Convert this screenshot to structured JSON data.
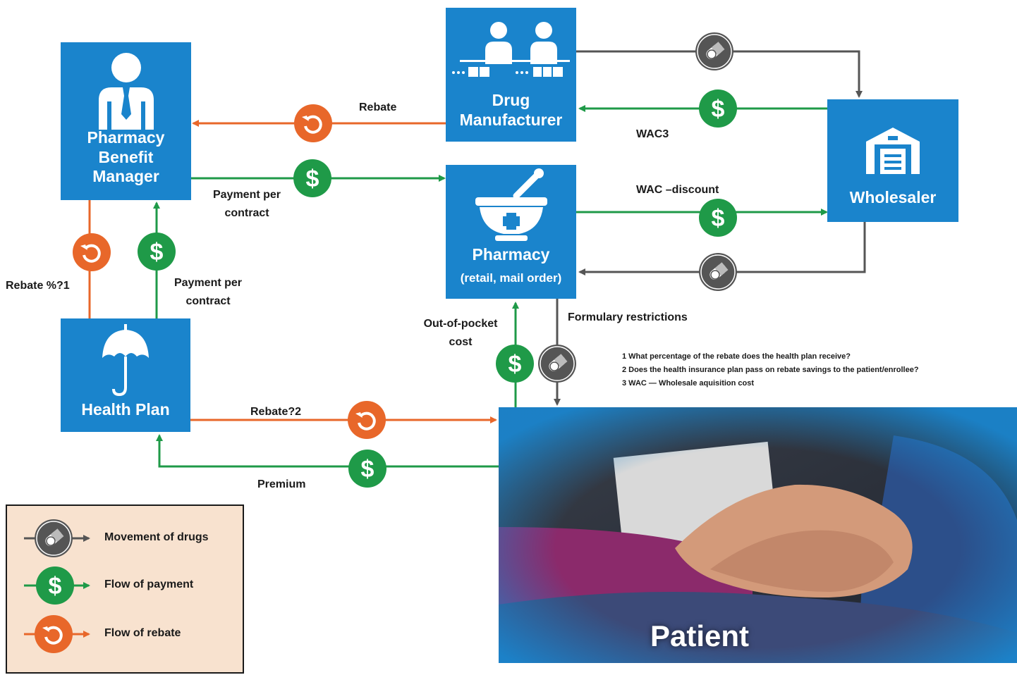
{
  "nodes": {
    "pbm": {
      "label": "Pharmacy Benefit Manager",
      "lines": [
        "Pharmacy",
        "Benefit",
        "Manager"
      ]
    },
    "manufacturer": {
      "lines": [
        "Drug",
        "Manufacturer"
      ]
    },
    "pharmacy": {
      "lines": [
        "Pharmacy"
      ],
      "sub": "(retail, mail order)"
    },
    "wholesaler": {
      "lines": [
        "Wholesaler"
      ]
    },
    "health_plan": {
      "lines": [
        "Health Plan"
      ]
    },
    "patient": {
      "label": "Patient"
    }
  },
  "flows": {
    "rebate_mfr_pbm": "Rebate",
    "wac3": "WAC3",
    "wac_discount": "WAC –discount",
    "payment_pbm_pharmacy_1": "Payment per",
    "payment_pbm_pharmacy_2": "contract",
    "payment_plan_pbm_1": "Payment per",
    "payment_plan_pbm_2": "contract",
    "rebate_pbm_plan": "Rebate %?1",
    "formulary": "Formulary restrictions",
    "oop_1": "Out-of-pocket",
    "oop_2": "cost",
    "rebate_plan_patient": "Rebate?2",
    "premium": "Premium"
  },
  "notes": [
    "1 What percentage of the rebate does the health plan receive?",
    "2 Does the health insurance plan pass on rebate savings to the patient/enrollee?",
    "3 WAC — Wholesale aquisition cost"
  ],
  "legend": {
    "drugs": "Movement of drugs",
    "payment": "Flow of payment",
    "rebate": "Flow of rebate"
  },
  "colors": {
    "box": "#1a84cc",
    "payment": "#1f9a48",
    "rebate": "#e8672a",
    "drug": "#555555",
    "legend_bg": "#f8e2cf"
  },
  "icons": {
    "payment": "dollar-icon",
    "rebate": "rebate-return-icon",
    "drug": "pill-icon"
  }
}
